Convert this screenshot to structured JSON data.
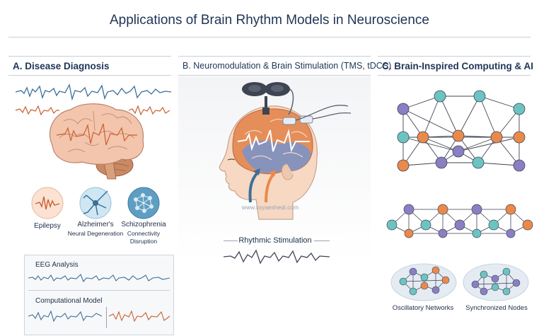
{
  "title": "Applications of Brain Rhythm Models in Neuroscience",
  "sections": {
    "a": {
      "heading": "A. Disease Diagnosis",
      "diseases": [
        {
          "name": "Epilepsy",
          "detail": ""
        },
        {
          "name": "Alzheimer's",
          "detail": "Neural Degeneration"
        },
        {
          "name": "Schizophrenia",
          "detail": "Connectivity Disruption"
        }
      ],
      "eeg_label": "EEG Analysis",
      "model_label": "Computational Model"
    },
    "b": {
      "heading": "B. Neuromodulation & Brain Stimulation",
      "heading_sub": "(TMS, tDCS)",
      "stim_label": "Rhythmic Stimulation",
      "watermark": "www.royaeshedi.com"
    },
    "c": {
      "heading": "C. Brain-Inspired Computing & AI",
      "net1_label": "Oscillatory Networks",
      "net2_label": "Synchronized Nodes"
    }
  },
  "colors": {
    "navy": "#1f3556",
    "wave_blue": "#3d6f9a",
    "wave_orange": "#c9602f",
    "node_purple": "#8a7fc2",
    "node_teal": "#6cc4c2",
    "node_orange": "#ea8a4a",
    "brain_pink": "#f3c5ad"
  }
}
